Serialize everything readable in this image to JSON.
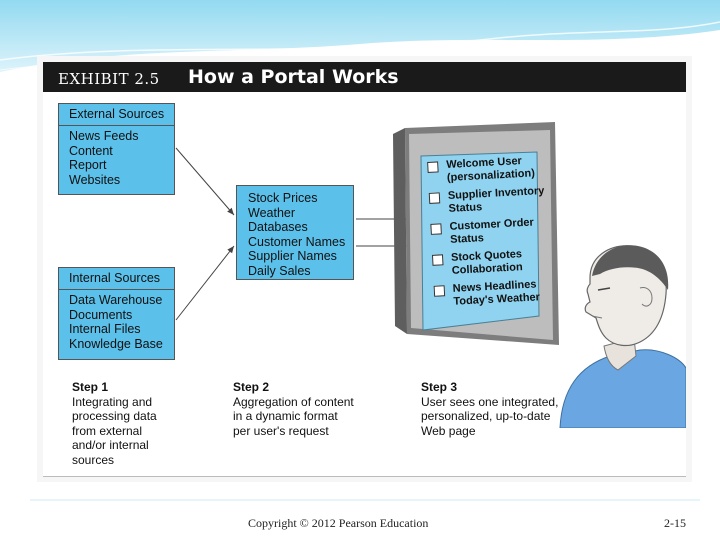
{
  "exhibit": {
    "label": "EXHIBIT 2.5",
    "title": "How a Portal Works"
  },
  "external_sources": {
    "header": "External Sources",
    "items": [
      "News Feeds",
      "Content",
      "Report",
      "Websites"
    ]
  },
  "internal_sources": {
    "header": "Internal Sources",
    "items": [
      "Data Warehouse",
      "Documents",
      "Internal Files",
      "Knowledge Base"
    ]
  },
  "aggregation": {
    "items": [
      "Stock Prices",
      "Weather",
      "Databases",
      "Customer Names",
      "Supplier Names",
      "Daily Sales"
    ]
  },
  "portal_screen": {
    "items": [
      [
        "Welcome User",
        "(personalization)"
      ],
      [
        "Supplier Inventory",
        "Status"
      ],
      [
        "Customer Order",
        "Status"
      ],
      [
        "Stock Quotes"
      ],
      [
        "Collaboration"
      ],
      [
        "News Headlines"
      ],
      [
        "Today's Weather"
      ]
    ]
  },
  "steps": [
    {
      "title": "Step 1",
      "lines": [
        "Integrating and",
        "processing data",
        "from external",
        "and/or internal",
        "sources"
      ]
    },
    {
      "title": "Step 2",
      "lines": [
        "Aggregation of content",
        "in a dynamic format",
        "per user's request"
      ]
    },
    {
      "title": "Step 3",
      "lines": [
        "User sees one integrated,",
        "personalized, up-to-date",
        "Web page"
      ]
    }
  ],
  "footer": {
    "copyright": "Copyright © 2012 Pearson Education",
    "page": "2-15"
  },
  "colors": {
    "box_fill": "#5bc0ea",
    "screen_fill": "#8fd3f0",
    "header_bg": "#1a1a1a",
    "frame": "#9a9a9a"
  }
}
